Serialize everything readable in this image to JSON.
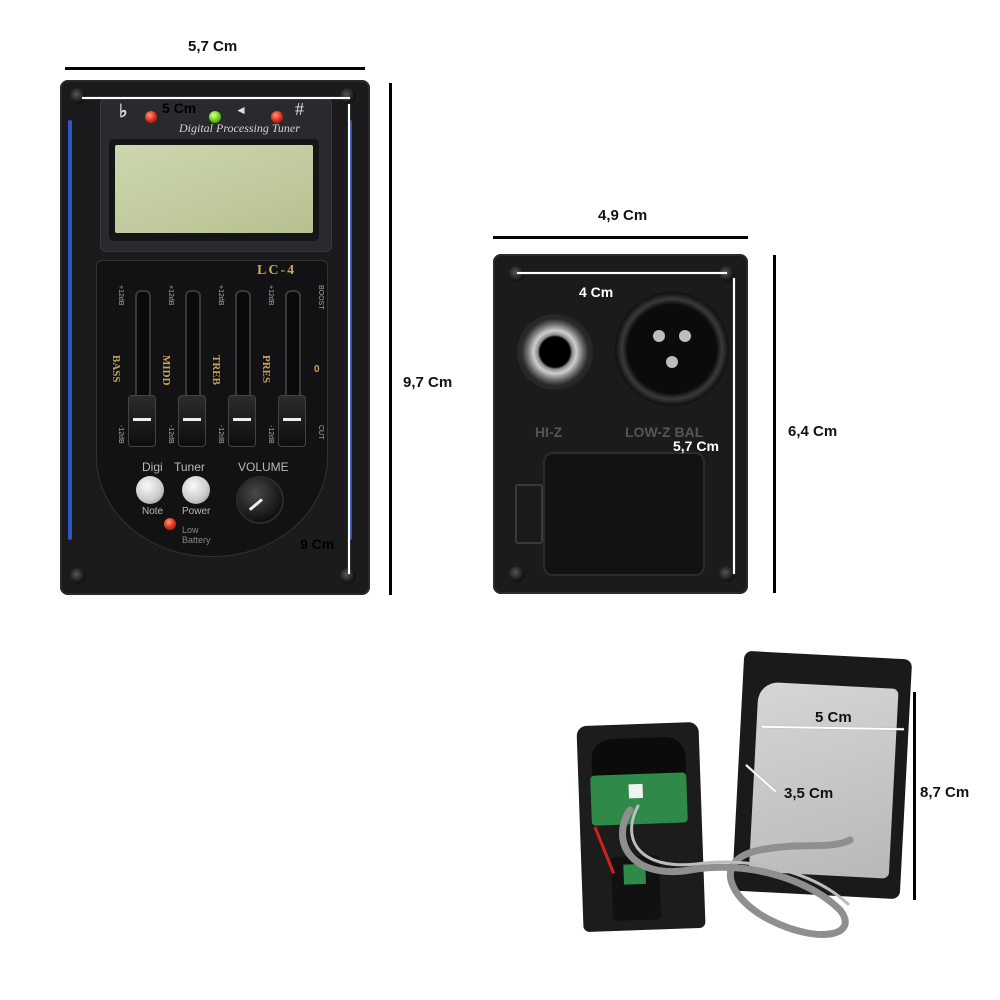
{
  "figure1": {
    "brand_text": "Digital Processing Tuner",
    "model": "LC-4",
    "flat_symbol": "♭",
    "sharp_symbol": "#",
    "arrow_symbol": "◄",
    "eq_bands": [
      {
        "name": "BASS",
        "top": "+12dB",
        "bottom": "-12dB"
      },
      {
        "name": "MIDD",
        "top": "+12dB",
        "bottom": "-12dB"
      },
      {
        "name": "TREB",
        "top": "+12dB",
        "bottom": "-12dB"
      },
      {
        "name": "PRES",
        "top": "+12dB",
        "bottom": "-12dB"
      }
    ],
    "boost_label": "BOOST",
    "zero_label": "0",
    "cut_label": "CUT",
    "digi_label": "Digi",
    "note_label": "Note",
    "tuner_label": "Tuner",
    "power_label": "Power",
    "volume_label": "VOLUME",
    "low_battery_label": "Low Battery",
    "dims": {
      "width": "5,7 Cm",
      "inner_width": "5 Cm",
      "height": "9,7 Cm",
      "inner_height": "9 Cm"
    }
  },
  "figure2": {
    "hiz_label": "HI-Z",
    "lowz_label": "LOW-Z BAL",
    "dims": {
      "width": "4,9 Cm",
      "inner_width": "4 Cm",
      "height": "6,4 Cm",
      "inner_height": "5,7 Cm"
    }
  },
  "figure3": {
    "dims": {
      "width": "5 Cm",
      "depth": "3,5 Cm",
      "height": "8,7 Cm"
    }
  },
  "colors": {
    "panel": "#1b1b1d",
    "lcd": "#c9d3a7",
    "blue_trim": "#2f56c8",
    "gold_text": "#c9a25a"
  }
}
